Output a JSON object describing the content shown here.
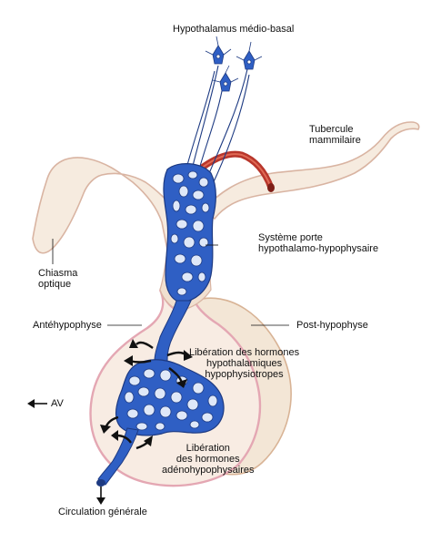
{
  "labels": {
    "hypothalamus": "Hypothalamus médio-basal",
    "tubercule": [
      "Tubercule",
      "mammilaire"
    ],
    "systeme_porte": [
      "Système porte",
      "hypothalamo-hypophysaire"
    ],
    "chiasma": [
      "Chiasma",
      "optique"
    ],
    "antehypophyse": "Antéhypophyse",
    "posthypophyse": "Post-hypophyse",
    "liberation_hypo": [
      "Libération des hormones",
      "hypothalamiques",
      "hypophysiotropes"
    ],
    "av": "AV",
    "liberation_adeno": [
      "Libération",
      "des hormones",
      "adénohypophysaires"
    ],
    "circulation": "Circulation générale"
  },
  "colors": {
    "outline": "#d9b4a2",
    "tissue_fill": "#f6ebdf",
    "lobe_fill": "#f3e6d6",
    "ante_rim": "#e4a7b3",
    "vessel_blue": "#2f5fc4",
    "vessel_dark": "#1d3a82",
    "artery_red": "#b8362b",
    "arrow": "#111111"
  },
  "icons": {
    "neuron": "neuron-cell-icon",
    "arrow_left": "arrow-left-icon",
    "arrow_down": "arrow-down-icon"
  }
}
